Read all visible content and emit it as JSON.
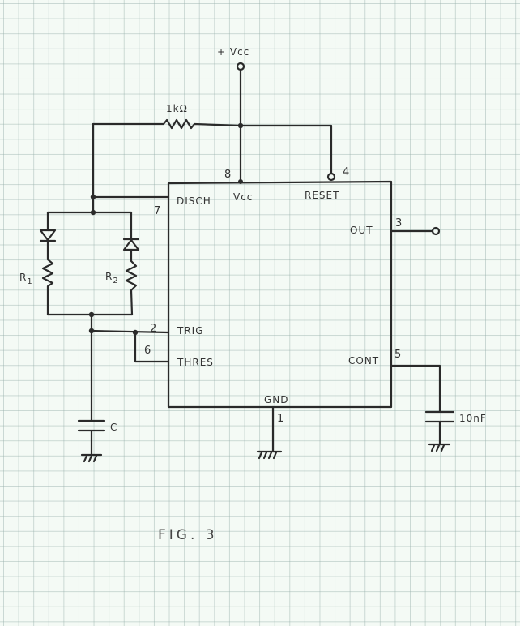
{
  "figure": {
    "caption": "FIG. 3",
    "description": "Hand-drawn 555 timer astable circuit with diode-steered R1/R2"
  },
  "supply": {
    "label": "+ Vcc"
  },
  "components": {
    "r_top": "1kΩ",
    "r1": "R",
    "r1_sub": "1",
    "r2": "R",
    "r2_sub": "2",
    "c_timing": "C",
    "c_cont": "10nF"
  },
  "ic": {
    "pins": [
      {
        "number": "8",
        "name": "Vcc"
      },
      {
        "number": "4",
        "name": "RESET"
      },
      {
        "number": "7",
        "name": "DISCH"
      },
      {
        "number": "3",
        "name": "OUT"
      },
      {
        "number": "2",
        "name": "TRIG"
      },
      {
        "number": "6",
        "name": "THRES"
      },
      {
        "number": "5",
        "name": "CONT"
      },
      {
        "number": "1",
        "name": "GND"
      }
    ]
  }
}
